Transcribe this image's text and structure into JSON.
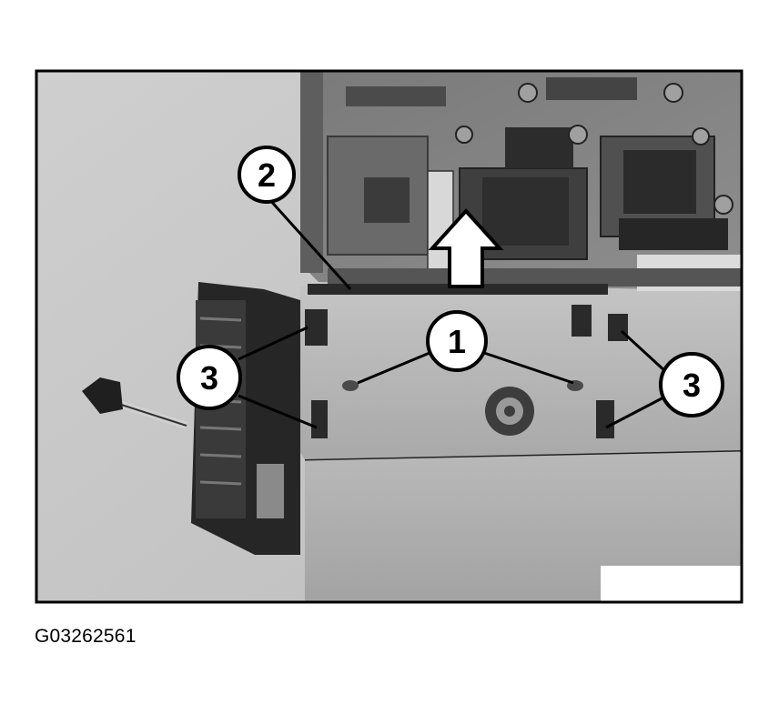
{
  "figure": {
    "callouts": [
      {
        "id": "callout-1",
        "label": "1"
      },
      {
        "id": "callout-2",
        "label": "2"
      },
      {
        "id": "callout-3-left",
        "label": "3"
      },
      {
        "id": "callout-3-right",
        "label": "3"
      }
    ],
    "figure_id": "G03262561"
  }
}
